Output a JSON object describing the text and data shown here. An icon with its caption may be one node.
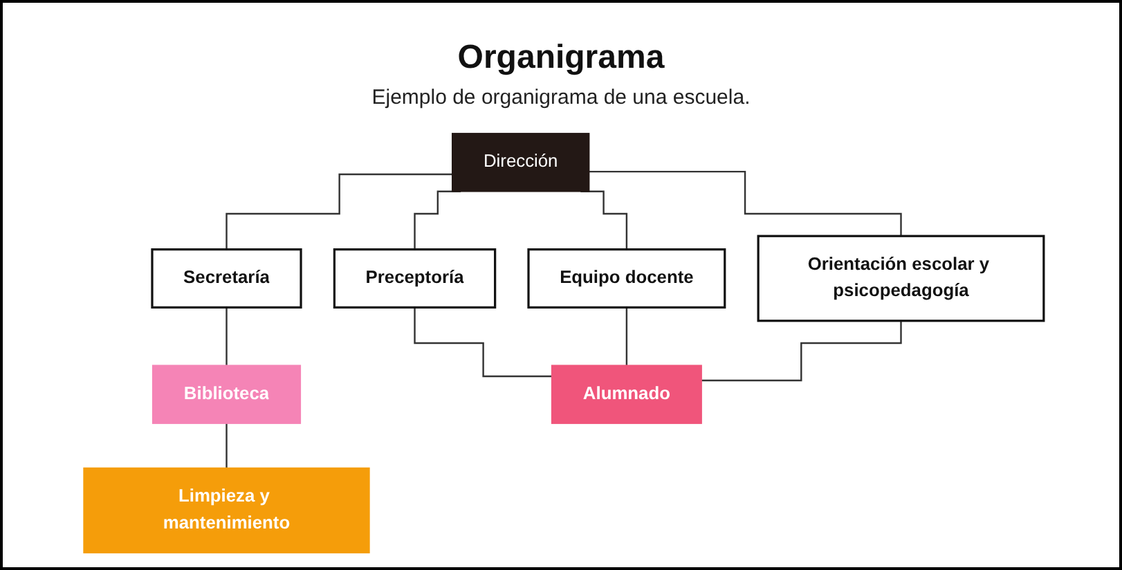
{
  "diagram": {
    "title": "Organigrama",
    "caption": "Ejemplo de organigrama de una escuela.",
    "nodes": [
      {
        "text": [
          "Dirección"
        ]
      },
      {
        "text": [
          "Secretaría"
        ]
      },
      {
        "text": [
          "Preceptoría"
        ]
      },
      {
        "text": [
          "Equipo docente"
        ]
      },
      {
        "text": [
          "Orientación escolar y psicopedagogía"
        ]
      },
      {
        "text": [
          "Biblioteca"
        ]
      },
      {
        "text": [
          "Limpieza y mantenimiento"
        ]
      },
      {
        "text": [
          "Alumnado"
        ]
      }
    ],
    "edges": [
      {
        "from": 0,
        "to": 1,
        "arrow": "none"
      },
      {
        "from": 0,
        "to": 2,
        "arrow": "none"
      },
      {
        "from": 0,
        "to": 3,
        "arrow": "none"
      },
      {
        "from": 0,
        "to": 4,
        "arrow": "none"
      },
      {
        "from": 1,
        "to": 5,
        "arrow": "none"
      },
      {
        "from": 5,
        "to": 6,
        "arrow": "none"
      },
      {
        "from": 2,
        "to": 7,
        "arrow": "none"
      },
      {
        "from": 3,
        "to": 7,
        "arrow": "none"
      },
      {
        "from": 4,
        "to": 7,
        "arrow": "none"
      }
    ]
  }
}
